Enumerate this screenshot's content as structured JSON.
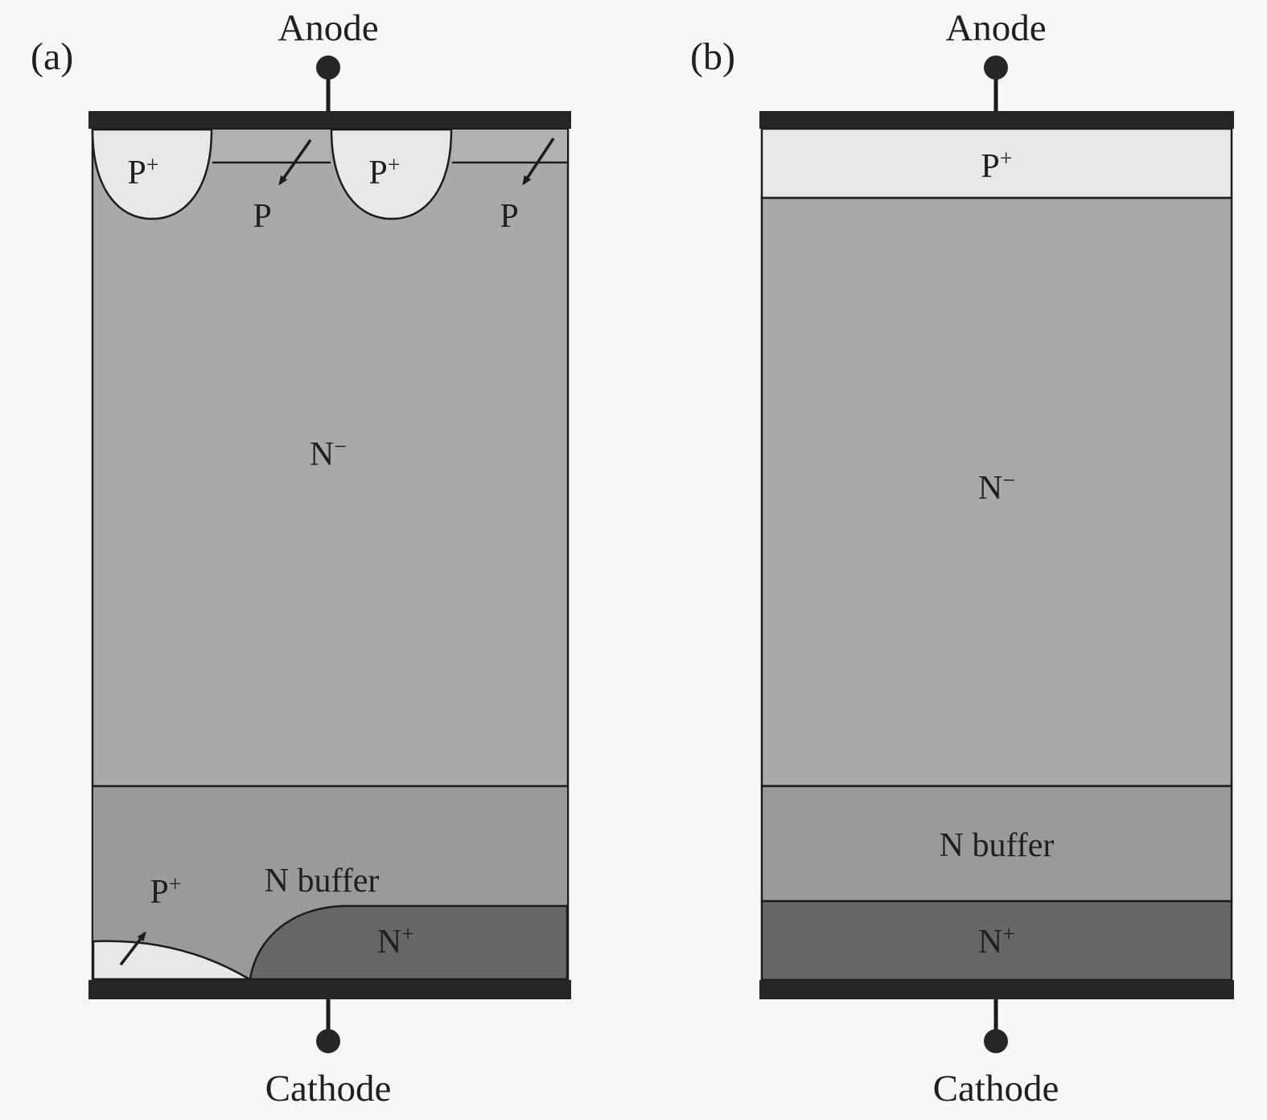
{
  "figure": {
    "background": "#f7f7f6",
    "colors": {
      "electrode": "#262626",
      "outline": "#1c1c1c",
      "n_minus": "#a9a9a9",
      "n_buffer": "#9a9a9a",
      "n_plus": "#676767",
      "p_plus": "#e8e8e7",
      "p_thin": "#b1b1b1",
      "label_dark": "#1f1f1f"
    },
    "panel_a": {
      "tag": "(a)",
      "anode": "Anode",
      "cathode": "Cathode",
      "p_plus_left": {
        "base": "P",
        "sup": "+"
      },
      "p_plus_center": {
        "base": "P",
        "sup": "+"
      },
      "p_label_1": "P",
      "p_label_2": "P",
      "n_minus": {
        "base": "N",
        "sup": "−"
      },
      "n_buffer": "N buffer",
      "p_plus_bottom": {
        "base": "P",
        "sup": "+"
      },
      "n_plus": {
        "base": "N",
        "sup": "+"
      }
    },
    "panel_b": {
      "tag": "(b)",
      "anode": "Anode",
      "cathode": "Cathode",
      "p_plus": {
        "base": "P",
        "sup": "+"
      },
      "n_minus": {
        "base": "N",
        "sup": "−"
      },
      "n_buffer": "N buffer",
      "n_plus": {
        "base": "N",
        "sup": "+"
      }
    }
  }
}
